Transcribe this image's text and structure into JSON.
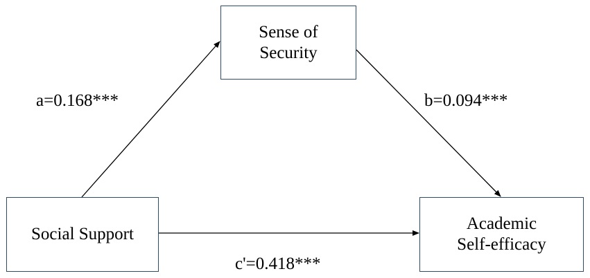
{
  "nodes": {
    "mediator": "Sense of\nSecurity",
    "predictor": "Social Support",
    "outcome": "Academic\nSelf-efficacy"
  },
  "paths": {
    "a": "a=0.168***",
    "b": "b=0.094***",
    "c_prime": "c'=0.418***"
  },
  "colors": {
    "box_border": "#2e4a6b",
    "arrow": "#000000",
    "text": "#000000"
  }
}
